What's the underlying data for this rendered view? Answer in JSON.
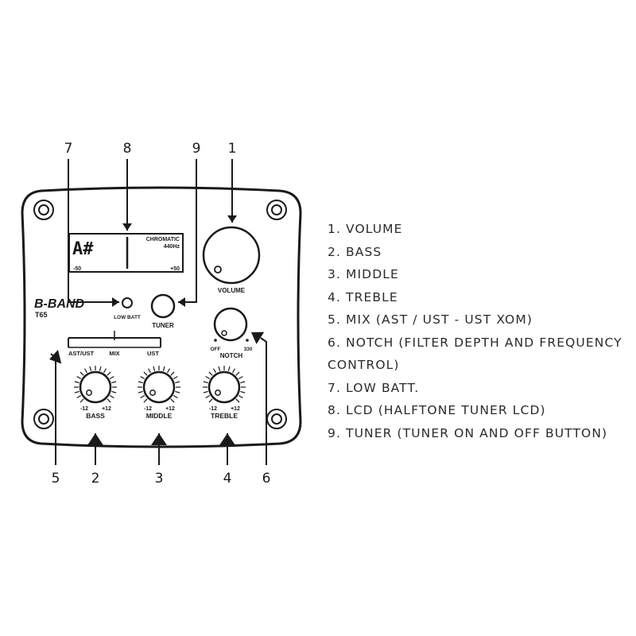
{
  "panel": {
    "brand": "B-BAND",
    "model": "T65",
    "lcd": {
      "note": "A#",
      "mode": "CHROMATIC",
      "pitch": "440Hz",
      "min": "-50",
      "max": "+50"
    },
    "volume_label": "VOLUME",
    "low_batt_label": "LOW BATT",
    "tuner_label": "TUNER",
    "mix": {
      "left": "AST/UST",
      "center": "MIX",
      "right": "UST"
    },
    "notch": {
      "label": "NOTCH",
      "min": "OFF",
      "max": "330"
    },
    "knobs": [
      {
        "label": "BASS",
        "min": "-12",
        "max": "+12"
      },
      {
        "label": "MIDDLE",
        "min": "-12",
        "max": "+12"
      },
      {
        "label": "TREBLE",
        "min": "-12",
        "max": "+12"
      }
    ]
  },
  "callouts": {
    "top": [
      "7",
      "8",
      "9",
      "1"
    ],
    "bottom": [
      "5",
      "2",
      "3",
      "4",
      "6"
    ]
  },
  "legend": [
    "1. VOLUME",
    "2. BASS",
    "3. MIDDLE",
    "4. TREBLE",
    "5. MIX (AST / UST - UST XOM)",
    "6. NOTCH (FILTER DEPTH AND FREQUENCY CONTROL)",
    "7. LOW BATT.",
    "8. LCD (HALFTONE TUNER LCD)",
    "9. TUNER (TUNER ON AND OFF BUTTON)"
  ]
}
